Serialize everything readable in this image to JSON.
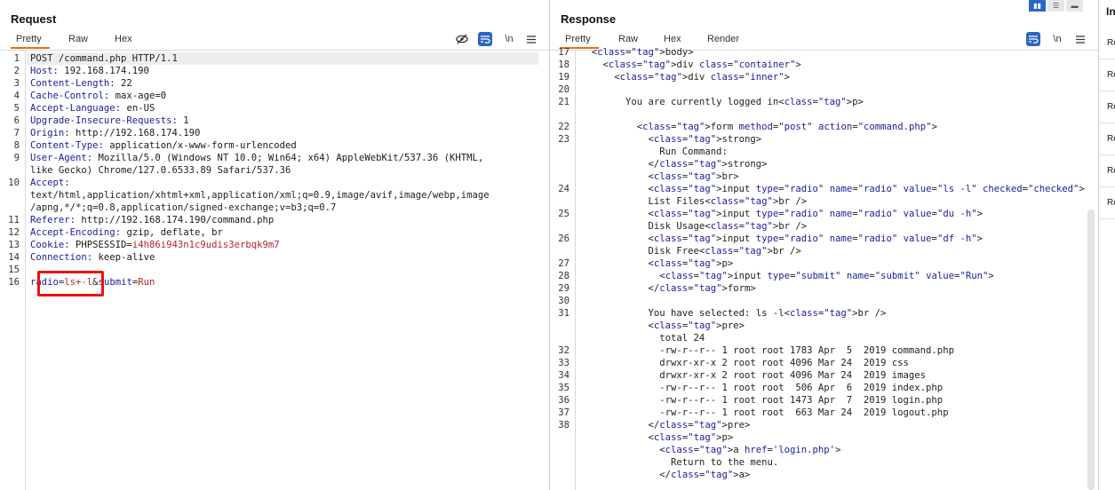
{
  "request": {
    "title": "Request",
    "tabs": [
      "Pretty",
      "Raw",
      "Hex"
    ],
    "newline_label": "\\n",
    "lines": [
      {
        "n": "1",
        "key": "POST /command.php HTTP/1.1",
        "val": ""
      },
      {
        "n": "2",
        "key": "Host",
        "val": "192.168.174.190"
      },
      {
        "n": "3",
        "key": "Content-Length",
        "val": "22"
      },
      {
        "n": "4",
        "key": "Cache-Control",
        "val": "max-age=0"
      },
      {
        "n": "5",
        "key": "Accept-Language",
        "val": "en-US"
      },
      {
        "n": "6",
        "key": "Upgrade-Insecure-Requests",
        "val": "1"
      },
      {
        "n": "7",
        "key": "Origin",
        "val": "http://192.168.174.190"
      },
      {
        "n": "8",
        "key": "Content-Type",
        "val": "application/x-www-form-urlencoded"
      },
      {
        "n": "9",
        "key": "User-Agent",
        "val": "Mozilla/5.0 (Windows NT 10.0; Win64; x64) AppleWebKit/537.36 (KHTML,"
      },
      {
        "n": "",
        "key": "",
        "val": "like Gecko) Chrome/127.0.6533.89 Safari/537.36"
      },
      {
        "n": "10",
        "key": "Accept",
        "val": ""
      },
      {
        "n": "",
        "key": "",
        "val": "text/html,application/xhtml+xml,application/xml;q=0.9,image/avif,image/webp,image"
      },
      {
        "n": "",
        "key": "",
        "val": "/apng,*/*;q=0.8,application/signed-exchange;v=b3;q=0.7"
      },
      {
        "n": "11",
        "key": "Referer",
        "val": "http://192.168.174.190/command.php"
      },
      {
        "n": "12",
        "key": "Accept-Encoding",
        "val": "gzip, deflate, br"
      },
      {
        "n": "13",
        "key": "Cookie",
        "val": "PHPSESSID=i4h86i943n1c9udis3erbqk9m7"
      },
      {
        "n": "14",
        "key": "Connection",
        "val": "keep-alive"
      },
      {
        "n": "15",
        "key": "",
        "val": ""
      },
      {
        "n": "16",
        "key": "",
        "val": "radio=ls+-l&submit=Run"
      }
    ]
  },
  "response": {
    "title": "Response",
    "tabs": [
      "Pretty",
      "Raw",
      "Hex",
      "Render"
    ],
    "newline_label": "\\n",
    "lines": [
      {
        "n": "17",
        "text": "  <body>"
      },
      {
        "n": "18",
        "text": "    <div class=\"container\">"
      },
      {
        "n": "19",
        "text": "      <div class=\"inner\">"
      },
      {
        "n": "20",
        "text": ""
      },
      {
        "n": "21",
        "text": "        You are currently logged in<p>"
      },
      {
        "n": "",
        "text": ""
      },
      {
        "n": "22",
        "text": "          <form method=\"post\" action=\"command.php\">"
      },
      {
        "n": "23",
        "text": "            <strong>"
      },
      {
        "n": "",
        "text": "              Run Command:"
      },
      {
        "n": "",
        "text": "            </strong>"
      },
      {
        "n": "",
        "text": "            <br>"
      },
      {
        "n": "24",
        "text": "            <input type=\"radio\" name=\"radio\" value=\"ls -l\" checked=\"checked\">"
      },
      {
        "n": "",
        "text": "            List Files<br />"
      },
      {
        "n": "25",
        "text": "            <input type=\"radio\" name=\"radio\" value=\"du -h\">"
      },
      {
        "n": "",
        "text": "            Disk Usage<br />"
      },
      {
        "n": "26",
        "text": "            <input type=\"radio\" name=\"radio\" value=\"df -h\">"
      },
      {
        "n": "",
        "text": "            Disk Free<br />"
      },
      {
        "n": "27",
        "text": "            <p>"
      },
      {
        "n": "28",
        "text": "              <input type=\"submit\" name=\"submit\" value=\"Run\">"
      },
      {
        "n": "29",
        "text": "            </form>"
      },
      {
        "n": "30",
        "text": ""
      },
      {
        "n": "31",
        "text": "            You have selected: ls -l<br />"
      },
      {
        "n": "",
        "text": "            <pre>"
      },
      {
        "n": "",
        "text": "              total 24"
      },
      {
        "n": "32",
        "text": "              -rw-r--r-- 1 root root 1783 Apr  5  2019 command.php"
      },
      {
        "n": "33",
        "text": "              drwxr-xr-x 2 root root 4096 Mar 24  2019 css"
      },
      {
        "n": "34",
        "text": "              drwxr-xr-x 2 root root 4096 Mar 24  2019 images"
      },
      {
        "n": "35",
        "text": "              -rw-r--r-- 1 root root  506 Apr  6  2019 index.php"
      },
      {
        "n": "36",
        "text": "              -rw-r--r-- 1 root root 1473 Apr  7  2019 login.php"
      },
      {
        "n": "37",
        "text": "              -rw-r--r-- 1 root root  663 Mar 24  2019 logout.php"
      },
      {
        "n": "38",
        "text": "            </pre>"
      },
      {
        "n": "",
        "text": "            <p>"
      },
      {
        "n": "",
        "text": "              <a href='login.php'>"
      },
      {
        "n": "",
        "text": "                Return to the menu."
      },
      {
        "n": "",
        "text": "              </a>"
      }
    ]
  },
  "inspector": {
    "title": "In",
    "rows": [
      "Re",
      "Re",
      "Re",
      "Re",
      "Re",
      "Re"
    ]
  }
}
